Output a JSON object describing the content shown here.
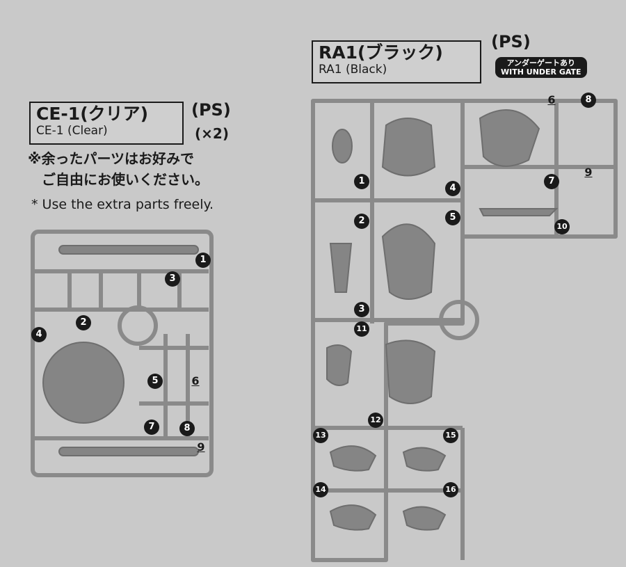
{
  "ce1": {
    "title_jp": "CE-1(クリア)",
    "title_en": "CE-1 (Clear)",
    "material": "(PS)",
    "quantity": "(×2)",
    "note_jp_line1": "※余ったパーツはお好みで",
    "note_jp_line2": "ご自由にお使いください。",
    "note_en": "* Use the extra parts freely.",
    "parts": [
      "1",
      "2",
      "3",
      "4",
      "5",
      "6",
      "7",
      "8",
      "9"
    ]
  },
  "ra1": {
    "title_jp": "RA1(ブラック)",
    "title_en": "RA1 (Black)",
    "material": "(PS)",
    "badge_jp": "アンダーゲートあり",
    "badge_en": "WITH UNDER GATE",
    "parts": [
      "1",
      "2",
      "3",
      "4",
      "5",
      "6",
      "7",
      "8",
      "9",
      "10",
      "11",
      "12",
      "13",
      "14",
      "15",
      "16"
    ]
  },
  "colors": {
    "background": "#c9c9c9",
    "runner": "#8e8e8e",
    "part": "#7a7a7a",
    "ink": "#1a1a1a"
  }
}
